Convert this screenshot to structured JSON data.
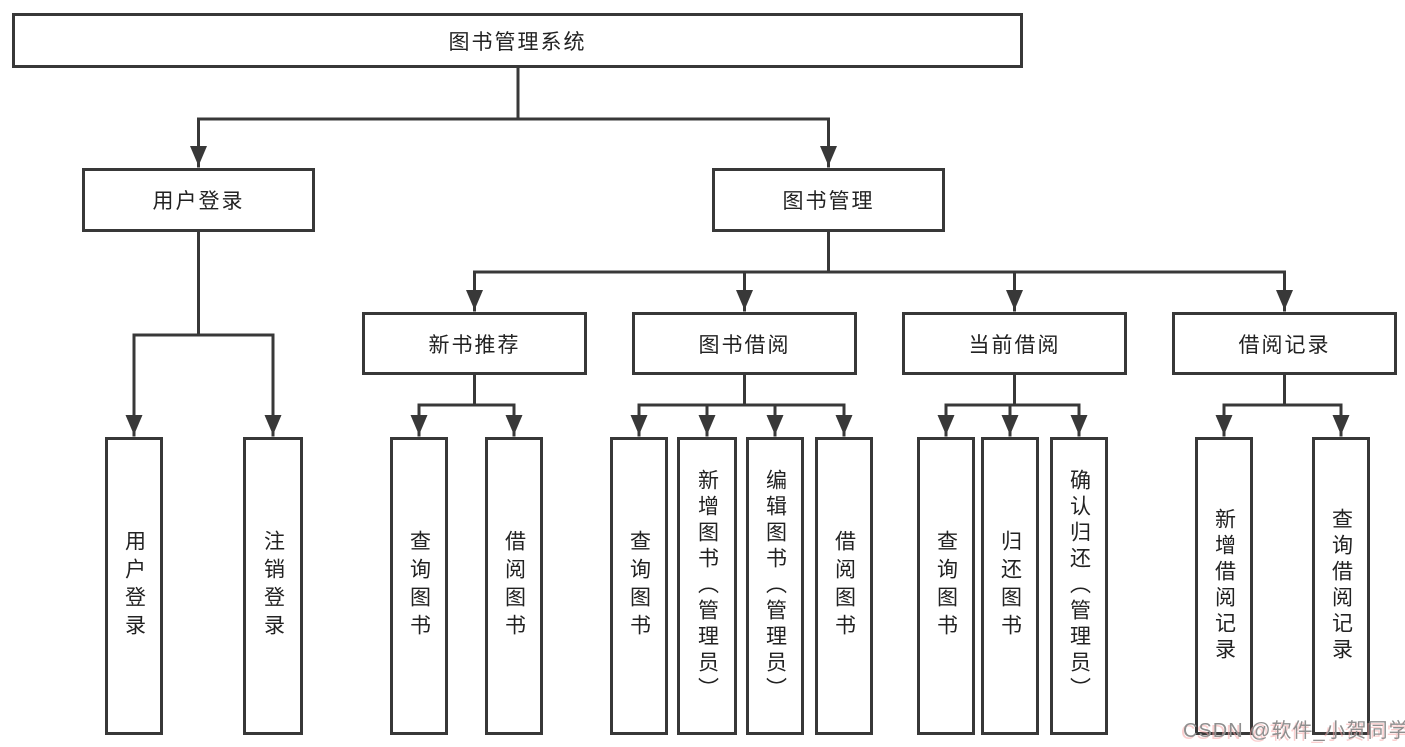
{
  "tree": {
    "root": {
      "label": "图书管理系统"
    },
    "children": [
      {
        "label": "用户登录",
        "children": [
          {
            "label": "用户登录"
          },
          {
            "label": "注销登录"
          }
        ]
      },
      {
        "label": "图书管理",
        "children": [
          {
            "label": "新书推荐",
            "children": [
              {
                "label": "查询图书"
              },
              {
                "label": "借阅图书"
              }
            ]
          },
          {
            "label": "图书借阅",
            "children": [
              {
                "label": "查询图书"
              },
              {
                "label": "新增图书（管理员）"
              },
              {
                "label": "编辑图书（管理员）"
              },
              {
                "label": "借阅图书"
              }
            ]
          },
          {
            "label": "当前借阅",
            "children": [
              {
                "label": "查询图书"
              },
              {
                "label": "归还图书"
              },
              {
                "label": "确认归还（管理员）"
              }
            ]
          },
          {
            "label": "借阅记录",
            "children": [
              {
                "label": "新增借阅记录"
              },
              {
                "label": "查询借阅记录"
              }
            ]
          }
        ]
      }
    ]
  },
  "watermark": {
    "text": "CSDN @软件_小贺同学"
  },
  "colors": {
    "line": "#383838",
    "box_border": "#383838",
    "text": "#222222",
    "watermark": "#8f8f8f"
  }
}
